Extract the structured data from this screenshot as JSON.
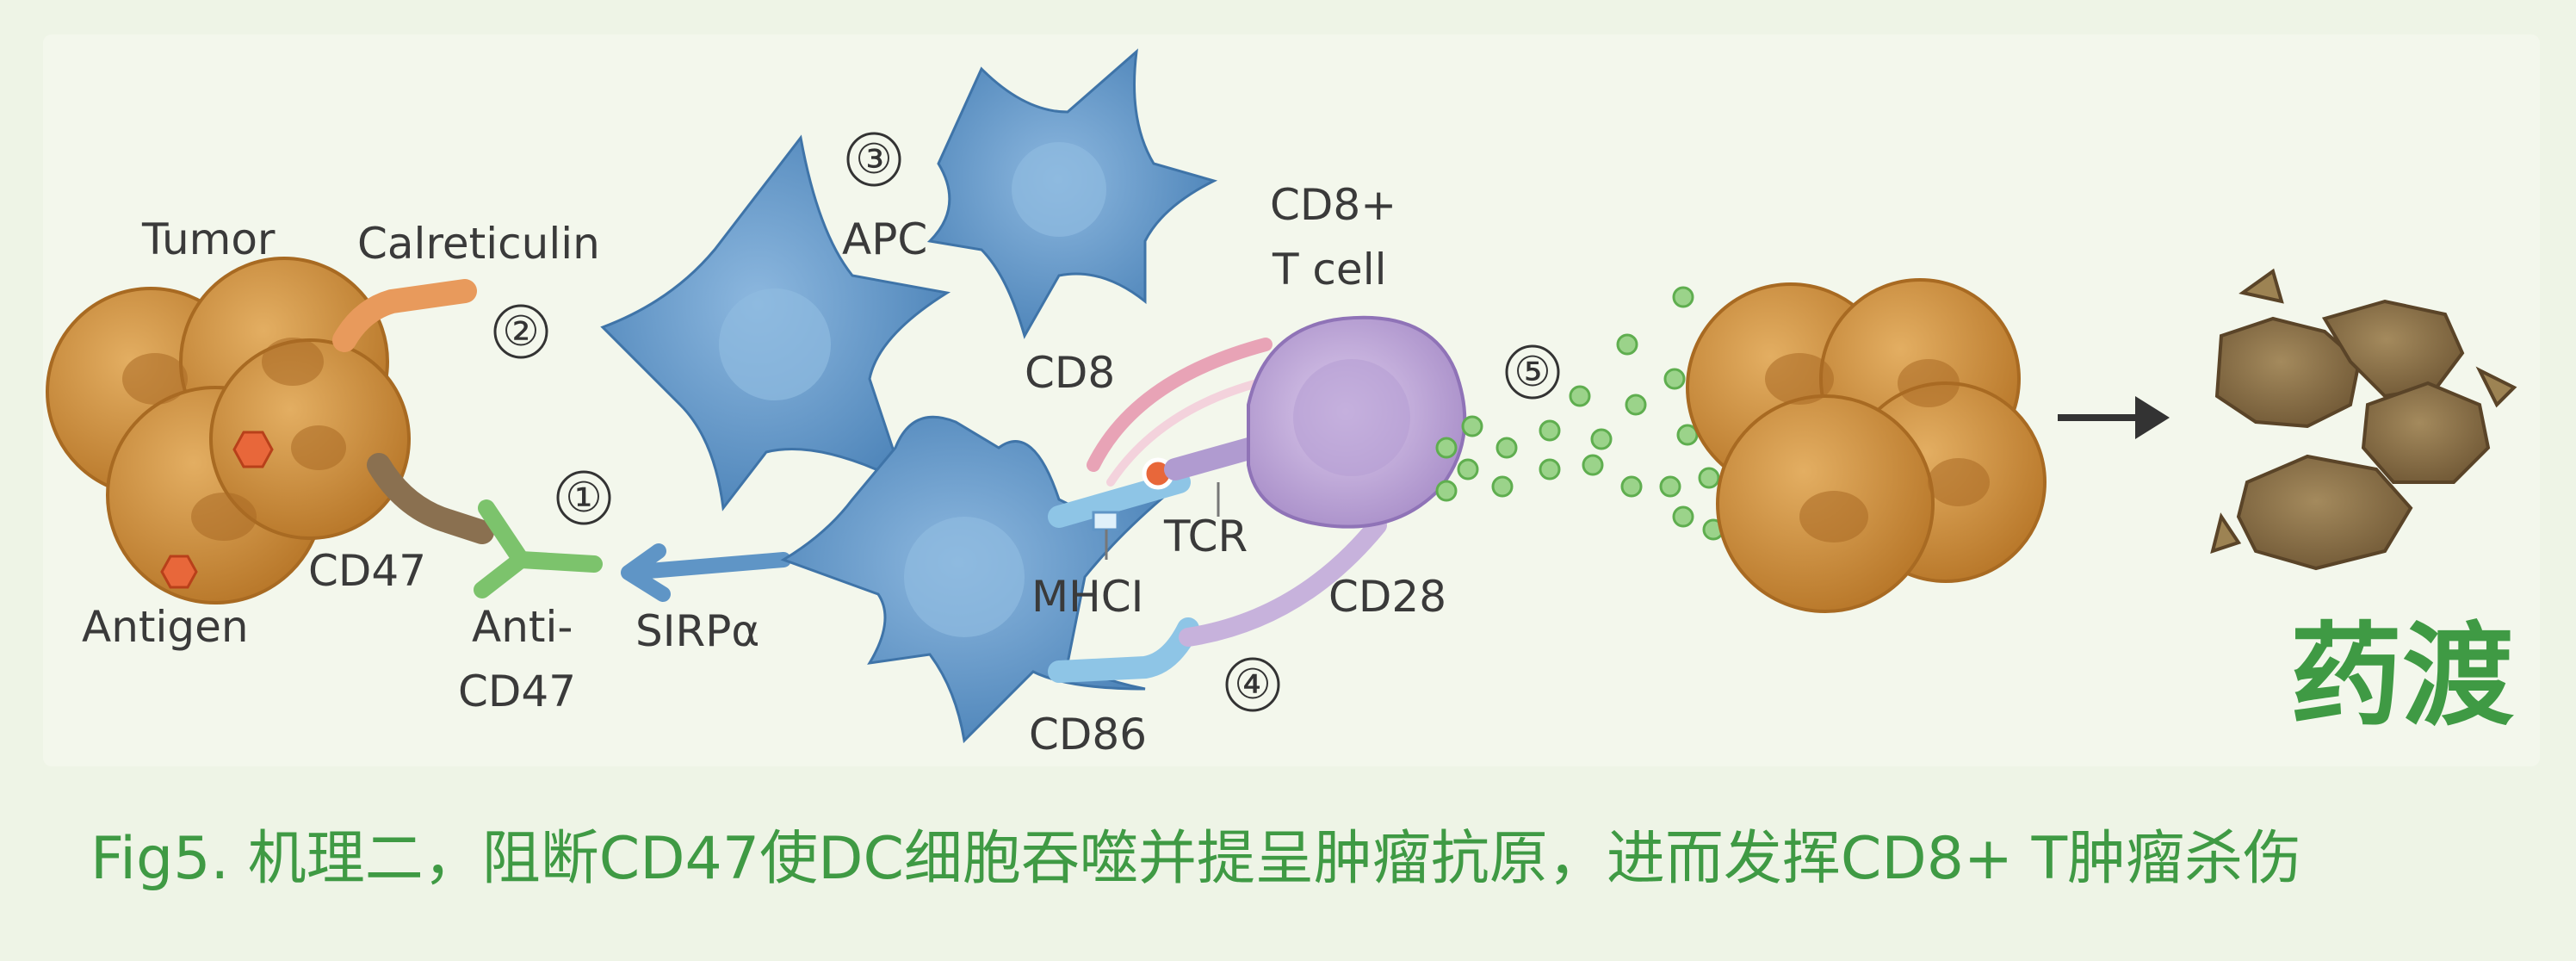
{
  "labels": {
    "tumor": "Tumor",
    "calreticulin": "Calreticulin",
    "antigen": "Antigen",
    "cd47": "CD47",
    "anti_cd47_line1": "Anti-",
    "anti_cd47_line2": "CD47",
    "sirpa": "SIRPα",
    "apc": "APC",
    "cd8_cell_line1": "CD8+",
    "cd8_cell_line2": "T cell",
    "cd8": "CD8",
    "tcr": "TCR",
    "mhci": "MHCI",
    "cd28": "CD28",
    "cd86": "CD86"
  },
  "steps": [
    "①",
    "②",
    "③",
    "④",
    "⑤"
  ],
  "watermark": "药渡",
  "caption": "Fig5. 机理二，阻断CD47使DC细胞吞噬并提呈肿瘤抗原，进而发挥CD8+ T肿瘤杀伤",
  "colors": {
    "tumor_cell": "#c98a3c",
    "dendritic_cell": "#5f95c6",
    "t_cell": "#c7b2dc",
    "antibody": "#7cc36c",
    "caption_green": "#3f9a44",
    "granule_green": "#7cc36c",
    "dead_cell": "#7a6540"
  }
}
